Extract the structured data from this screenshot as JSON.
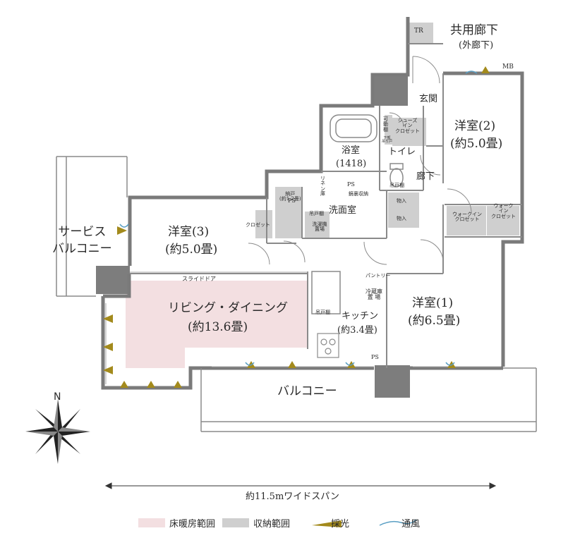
{
  "rooms": {
    "kyoyo_roka": "共用廊下",
    "soto_roka": "(外廊下)",
    "tr": "TR",
    "mb": "MB",
    "genkan": "玄関",
    "yoshitsu2_name": "洋室(2)",
    "yoshitsu2_size": "(約5.0畳)",
    "yoshitsu3_name": "洋室(3)",
    "yoshitsu3_size": "(約5.0畳)",
    "yoshitsu1_name": "洋室(1)",
    "yoshitsu1_size": "(約6.5畳)",
    "yokushitsu_name": "浴室",
    "yokushitsu_size": "(1418)",
    "toire": "トイレ",
    "roka": "廊下",
    "senmenshitsu": "洗面室",
    "nando": "納戸\n(約1.2畳)",
    "ldk_name": "リビング・ダイニング",
    "ldk_size": "(約13.6畳)",
    "kitchen_name": "キッチン",
    "kitchen_size": "(約3.4畳)",
    "service_balcony": "サービス\nバルコニー",
    "balcony": "バルコニー"
  },
  "small_labels": {
    "ps1": "PS",
    "ps2": "PS",
    "ps3": "PS",
    "kado_dana": "可\n動\n棚",
    "shoes_in_closet": "シューズ\nイン\nクロゼット",
    "kaburi_dana": "下部\n吊り戸",
    "tsuri_dana1": "吊戸棚",
    "tsuri_dana2": "吊戸棚",
    "tsuri_dana3": "吊戸棚",
    "kyodai_shuno": "鏡裏収納",
    "mono_ire1": "物入",
    "mono_ire2": "物入",
    "linen": "リネン庫",
    "sentakuki": "洗濯機置場",
    "closet3": "クロゼット",
    "walk_in_closet1": "ウォークイン\nクロゼット",
    "walk_in_closet2": "ウォーク\nイン\nクロゼット",
    "pantry": "パントリー",
    "reizoko": "冷蔵庫\n置 場",
    "slide_door": "スライドドア"
  },
  "compass": {
    "north": "N"
  },
  "span": {
    "label": "約11.5mワイドスパン"
  },
  "legend": {
    "heating": "床暖房範囲",
    "storage": "収納範囲",
    "light": "採光",
    "wind": "通風"
  },
  "colors": {
    "heating": "#f3dfe1",
    "storage": "#cfcfcf",
    "wall": "#7a7a7a",
    "light_mark": "#a38a1c",
    "wind_mark": "#5a9fc4"
  }
}
